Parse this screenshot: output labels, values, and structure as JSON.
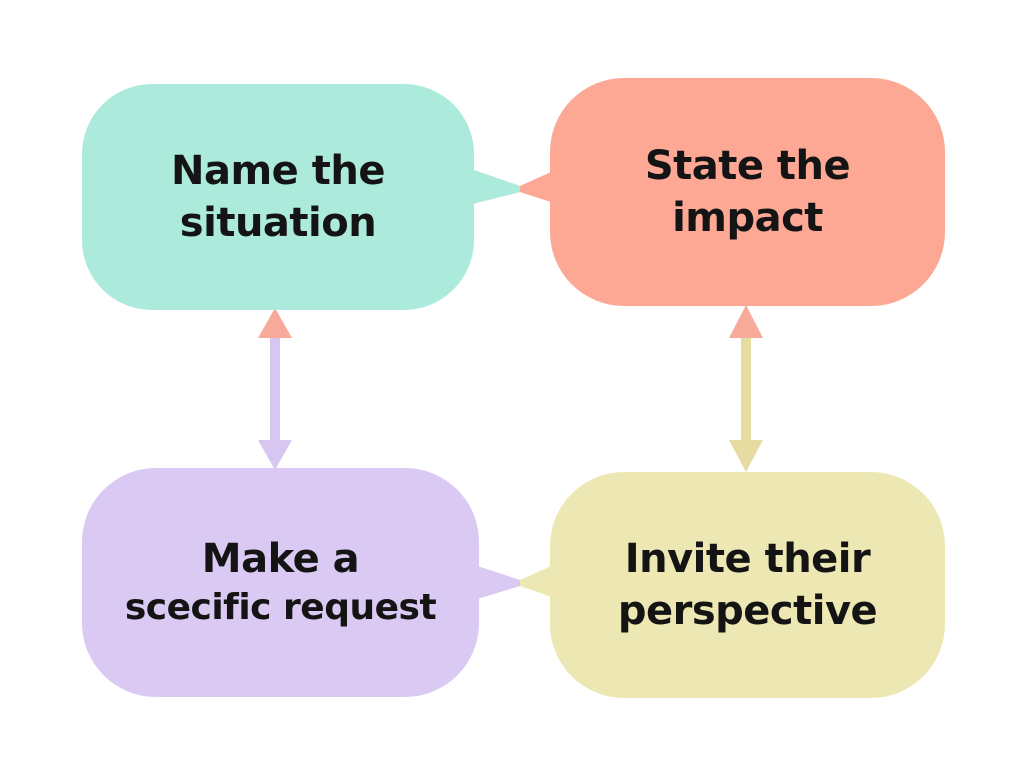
{
  "steps": [
    {
      "id": "name-situation",
      "line1": "Name the",
      "line2": "situation"
    },
    {
      "id": "state-impact",
      "line1": "State the",
      "line2": "impact"
    },
    {
      "id": "specific-request",
      "line1": "Make a",
      "line2": "scecific request"
    },
    {
      "id": "invite-perspective",
      "line1": "Invite their",
      "line2": "perspective"
    }
  ],
  "colors": {
    "name_situation": "#acebdc",
    "state_impact": "#fda894",
    "specific_request": "#dac9f2",
    "invite_perspective": "#ede8b3",
    "arrow_left": "#d6c6f0",
    "arrow_right": "#e6dca2"
  },
  "connections": [
    {
      "from": "name-situation",
      "to": "state-impact",
      "style": "speech-tail"
    },
    {
      "from": "name-situation",
      "to": "specific-request",
      "style": "double-arrow"
    },
    {
      "from": "state-impact",
      "to": "invite-perspective",
      "style": "double-arrow"
    },
    {
      "from": "specific-request",
      "to": "invite-perspective",
      "style": "speech-tail"
    }
  ]
}
